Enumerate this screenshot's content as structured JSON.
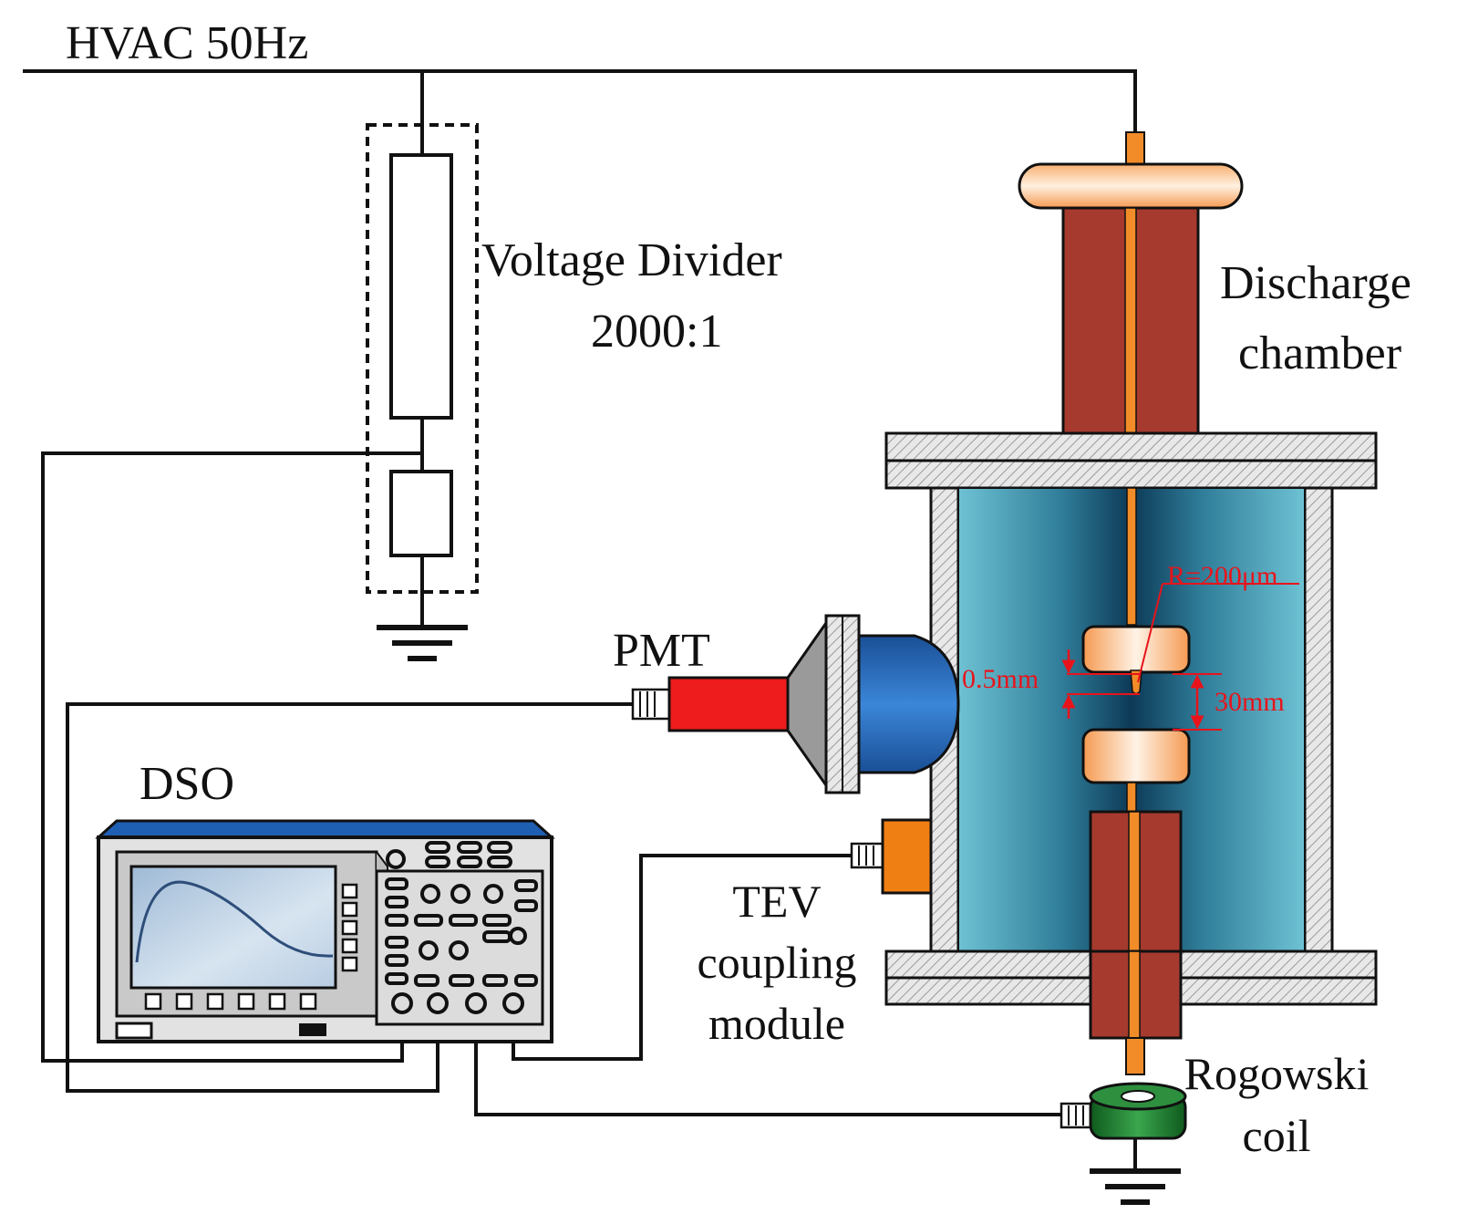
{
  "labels": {
    "hvac": "HVAC 50Hz",
    "voltage_divider": "Voltage Divider",
    "divider_ratio": "2000:1",
    "discharge_line1": "Discharge",
    "discharge_line2": "chamber",
    "pmt": "PMT",
    "dso": "DSO",
    "tev_line1": "TEV",
    "tev_line2": "coupling",
    "tev_line3": "module",
    "rogowski_line1": "Rogowski",
    "rogowski_line2": "coil"
  },
  "annotations": {
    "radius": "R=200μm",
    "needle_gap": "0.5mm",
    "electrode_gap": "30mm"
  },
  "colors": {
    "copper": "#a63a2e",
    "electrode": "#f5a15a",
    "chamber_blue": "#3f97ad",
    "pmt_red": "#ee1c1c",
    "pmt_blue": "#1f63b5",
    "tev_orange": "#f07f13",
    "rogowski_green": "#1e7a2c",
    "annotation_red": "#e8141b"
  }
}
